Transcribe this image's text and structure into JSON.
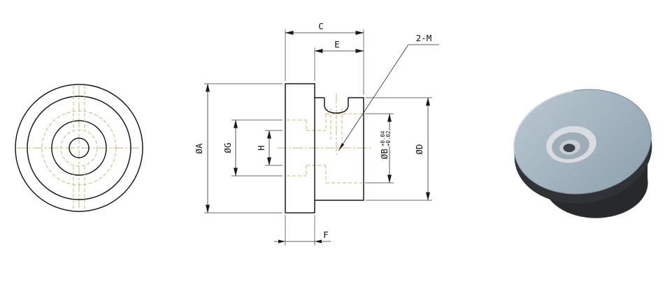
{
  "dimensions": {
    "c_label": "C",
    "e_label": "E",
    "holes_label": "2-M",
    "dia_a_label": "ØA",
    "dia_g_label": "ØG",
    "h_label": "H",
    "dia_b_label": "ØB",
    "dia_b_tol_upper": "+0.04",
    "dia_b_tol_lower": "+0.02",
    "dia_d_label": "ØD",
    "f_label": "F"
  },
  "colors": {
    "background": "#ffffff",
    "line": "#1a1a1a",
    "hidden_line": "#c6b97c",
    "render_top_face": "#a9bac6",
    "render_body": "#2a2b2d",
    "render_bore_ring": "#d9dde0"
  }
}
